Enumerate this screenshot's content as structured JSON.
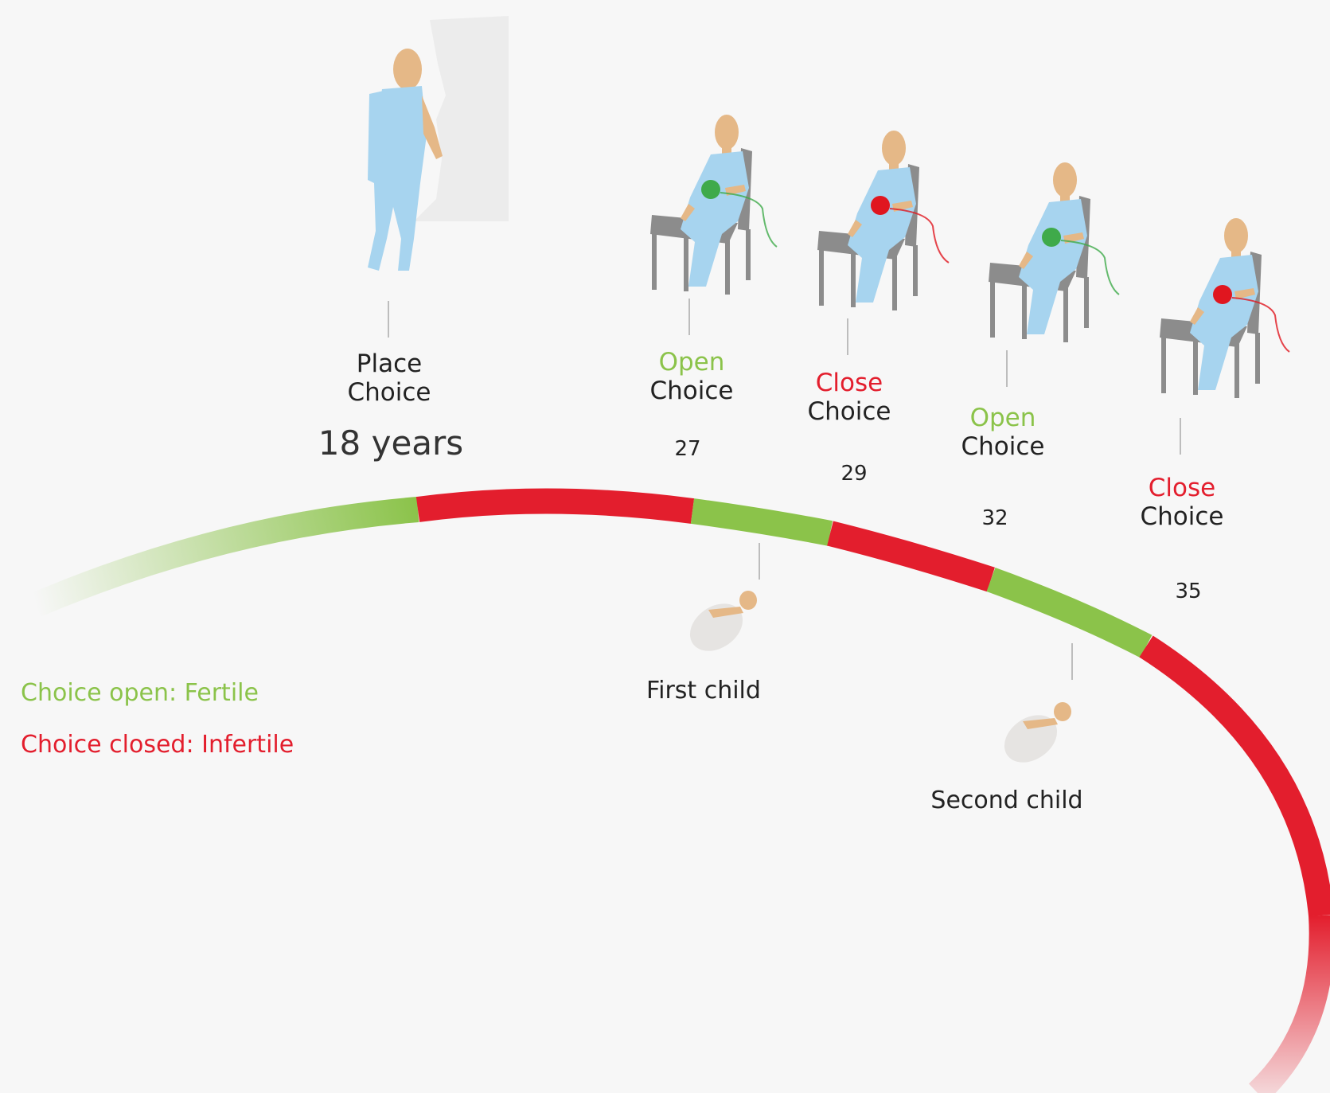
{
  "colors": {
    "open": "#8bc34a",
    "closed": "#e31e2d",
    "skin": "#e5b887",
    "gown": "#a7d4ef",
    "chair": "#8c8c8c",
    "dot_open": "#3faa4a",
    "dot_closed": "#e0161f",
    "baby_wrap": "#e6e4e2",
    "wall": "#ececec"
  },
  "stages": {
    "s1": {
      "title": "Place",
      "word": "Choice",
      "age": "18 years"
    },
    "s2": {
      "status": "Open",
      "word": "Choice",
      "age": "27",
      "status_type": "open"
    },
    "s3": {
      "status": "Close",
      "word": "Choice",
      "age": "29",
      "status_type": "closed"
    },
    "s4": {
      "status": "Open",
      "word": "Choice",
      "age": "32",
      "status_type": "open"
    },
    "s5": {
      "status": "Close",
      "word": "Choice",
      "age": "35",
      "status_type": "closed"
    }
  },
  "children": {
    "c1": "First child",
    "c2": "Second child"
  },
  "legend": {
    "open": "Choice open: Fertile",
    "closed": "Choice closed: Infertile"
  },
  "icons": [
    "standing-patient-icon",
    "seated-patient-icon",
    "baby-icon",
    "implant-dot-icon"
  ]
}
